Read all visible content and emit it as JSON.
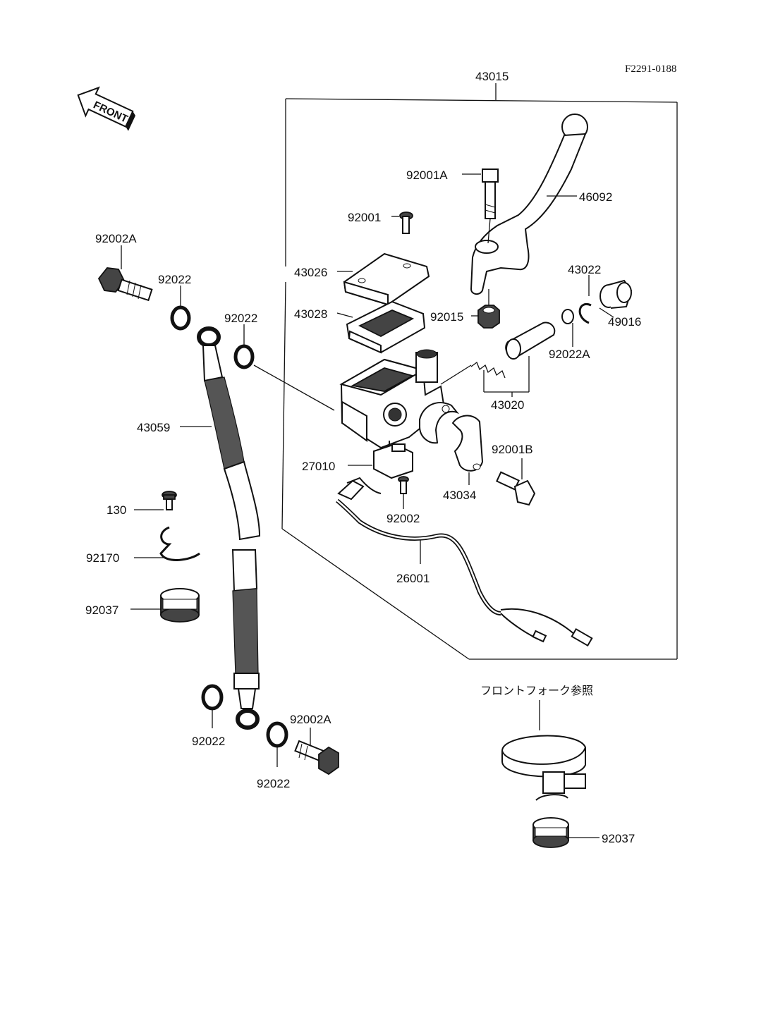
{
  "diagram_ref": "F2291-0188",
  "front_label": "FRONT",
  "assembly_label": "43015",
  "note_jp": "フロントフォーク参照",
  "labels": {
    "l92001A": "92001A",
    "l46092": "46092",
    "l92001": "92001",
    "l43026": "43026",
    "l43028": "43028",
    "l92015": "92015",
    "l43022": "43022",
    "l49016": "49016",
    "l92022A": "92022A",
    "l43020": "43020",
    "l92001B": "92001B",
    "l43034": "43034",
    "l27010": "27010",
    "l92002": "92002",
    "l26001": "26001",
    "l92002A_top": "92002A",
    "l92022_a": "92022",
    "l92022_b": "92022",
    "l43059": "43059",
    "l130": "130",
    "l92170": "92170",
    "l92037_left": "92037",
    "l92022_c": "92022",
    "l92002A_bottom": "92002A",
    "l92022_d": "92022",
    "l92037_right": "92037"
  }
}
